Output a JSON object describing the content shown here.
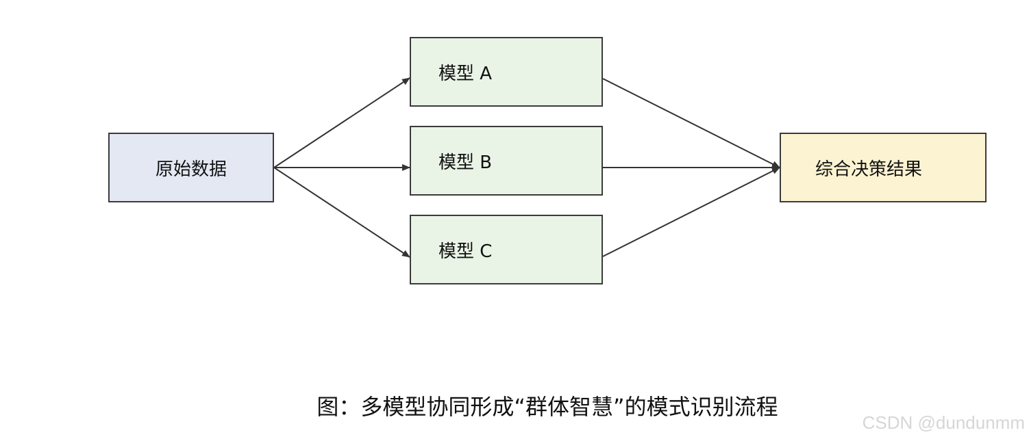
{
  "nodes": {
    "source": "原始数据",
    "model_a": "模型 A",
    "model_b": "模型 B",
    "model_c": "模型 C",
    "result": "综合决策结果"
  },
  "caption": "图：多模型协同形成“群体智慧”的模式识别流程",
  "watermark": "CSDN @dundunmm",
  "colors": {
    "source_fill": "#e3e8f3",
    "model_fill": "#e9f3e6",
    "result_fill": "#fbf3d1",
    "border": "#3a3a3a",
    "edge": "#333333"
  }
}
